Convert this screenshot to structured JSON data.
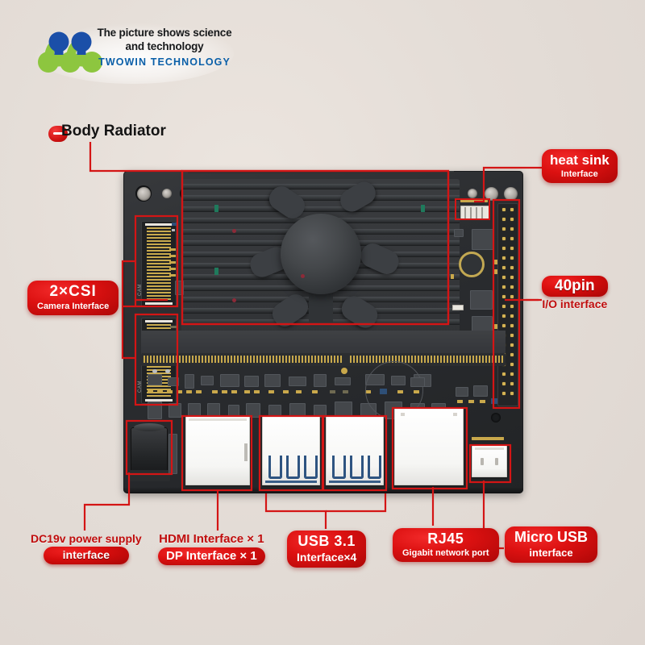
{
  "logo": {
    "line1": "The picture shows science",
    "line2": "and technology",
    "brand": "TWOWIN  TECHNOLOGY",
    "brand_color": "#0a5fa8",
    "mark_top_color": "#1b4fa8",
    "mark_bottom_color": "#8dc63f"
  },
  "theme": {
    "background": "#e5ded8",
    "accent_red": "#d60d0d",
    "dark_red_text": "#c00d0d",
    "board_dark": "#2c2e31",
    "gold_pin": "#c8a94c",
    "usb_blue": "#2e5481",
    "port_white": "#ffffff"
  },
  "labels": [
    {
      "id": "body-radiator",
      "title": "Body Radiator",
      "subtitle": "",
      "style": "plain-dark-with-badge"
    },
    {
      "id": "heat-sink",
      "title": "heat sink",
      "subtitle": "Interface",
      "style": "red-blob-white-text"
    },
    {
      "id": "forty-pin",
      "title": "40pin",
      "subtitle": "I/O interface",
      "style": "pill-plus-outer-text"
    },
    {
      "id": "csi",
      "title": "2×CSI",
      "subtitle": "Camera Interface",
      "style": "red-blob-white-text"
    },
    {
      "id": "dc-power",
      "title": "DC19v power supply",
      "subtitle": "interface",
      "style": "outer-text-plus-pill"
    },
    {
      "id": "hdmi-dp",
      "title": "HDMI Interface × 1",
      "subtitle": "DP Interface × 1",
      "style": "outer-text-plus-pill"
    },
    {
      "id": "usb",
      "title": "USB 3.1",
      "subtitle": "Interface×4",
      "style": "red-blob-white-text"
    },
    {
      "id": "rj45",
      "title": "RJ45",
      "subtitle": "Gigabit network port",
      "style": "red-blob-white-text"
    },
    {
      "id": "micro-usb",
      "title": "Micro USB",
      "subtitle": "interface",
      "style": "red-blob-white-text"
    }
  ],
  "board": {
    "components": {
      "csi_connector_silk": "CAM",
      "header_pin_count": 40,
      "usb_port_count": 2,
      "usb_connectors_per_port": 2
    }
  }
}
